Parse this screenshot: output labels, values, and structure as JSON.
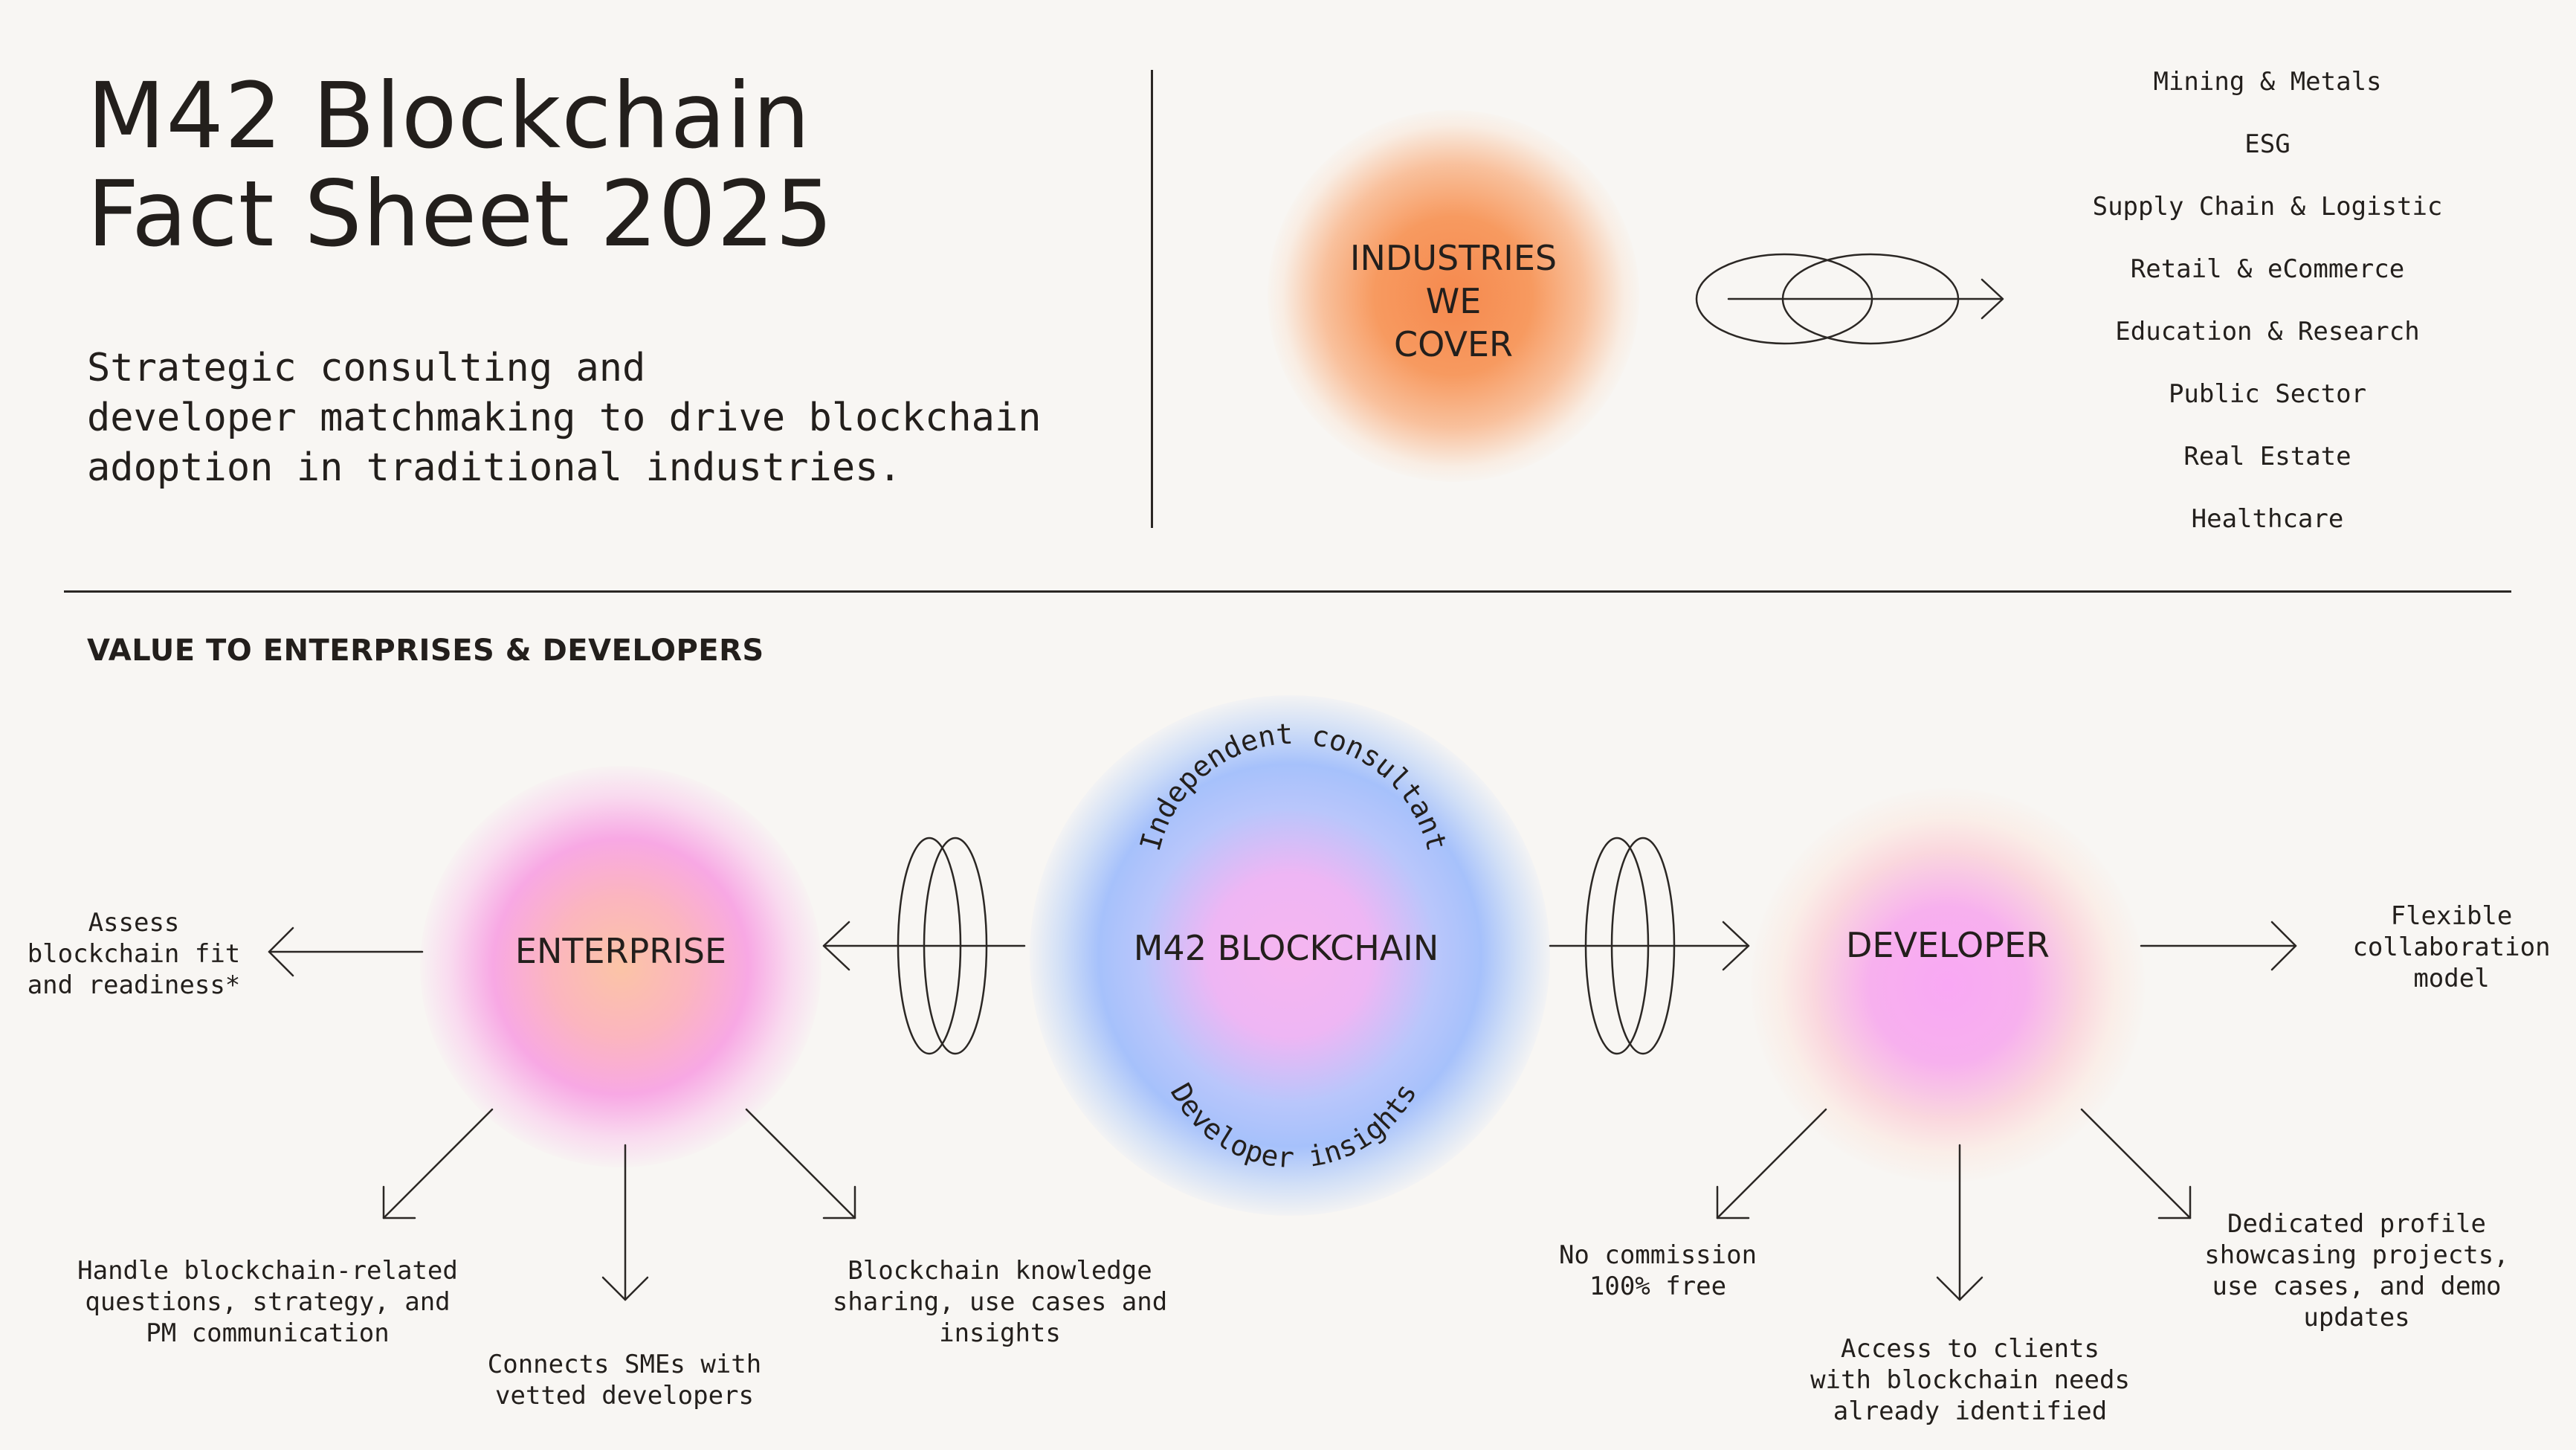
{
  "header": {
    "title_line1": "M42 Blockchain",
    "title_line2": "Fact Sheet 2025",
    "subtitle": "Strategic consulting and\ndeveloper matchmaking to drive blockchain\nadoption in traditional industries."
  },
  "industries": {
    "label": "INDUSTRIES\nWE\nCOVER",
    "items": [
      "Mining & Metals",
      "ESG",
      "Supply Chain & Logistic",
      "Retail & eCommerce",
      "Education & Research",
      "Public Sector",
      "Real Estate",
      "Healthcare"
    ]
  },
  "value_section": {
    "title": "VALUE TO ENTERPRISES & DEVELOPERS",
    "enterprise": {
      "label": "ENTERPRISE",
      "left_note": "Assess\nblockchain fit\nand readiness*",
      "outcomes": [
        "Handle blockchain-related\nquestions, strategy, and\nPM communication",
        "Connects SMEs with\nvetted developers",
        "Blockchain knowledge\nsharing, use cases and\ninsights"
      ]
    },
    "center": {
      "label": "M42 BLOCKCHAIN",
      "arc_top": "Independent consultant",
      "arc_bottom": "Developer insights"
    },
    "developer": {
      "label": "DEVELOPER",
      "right_note": "Flexible\ncollaboration\nmodel",
      "outcomes": [
        "No commission\n100% free",
        "Access to clients\nwith blockchain needs\nalready identified",
        "Dedicated profile\nshowcasing projects,\nuse cases, and demo\nupdates"
      ]
    }
  },
  "colors": {
    "background": "#f8f6f3",
    "ink": "#231f1c",
    "orange_glow": "#f6894e",
    "pink_glow": "#f8a8e4",
    "blue_glow": "#a6c1fb"
  }
}
